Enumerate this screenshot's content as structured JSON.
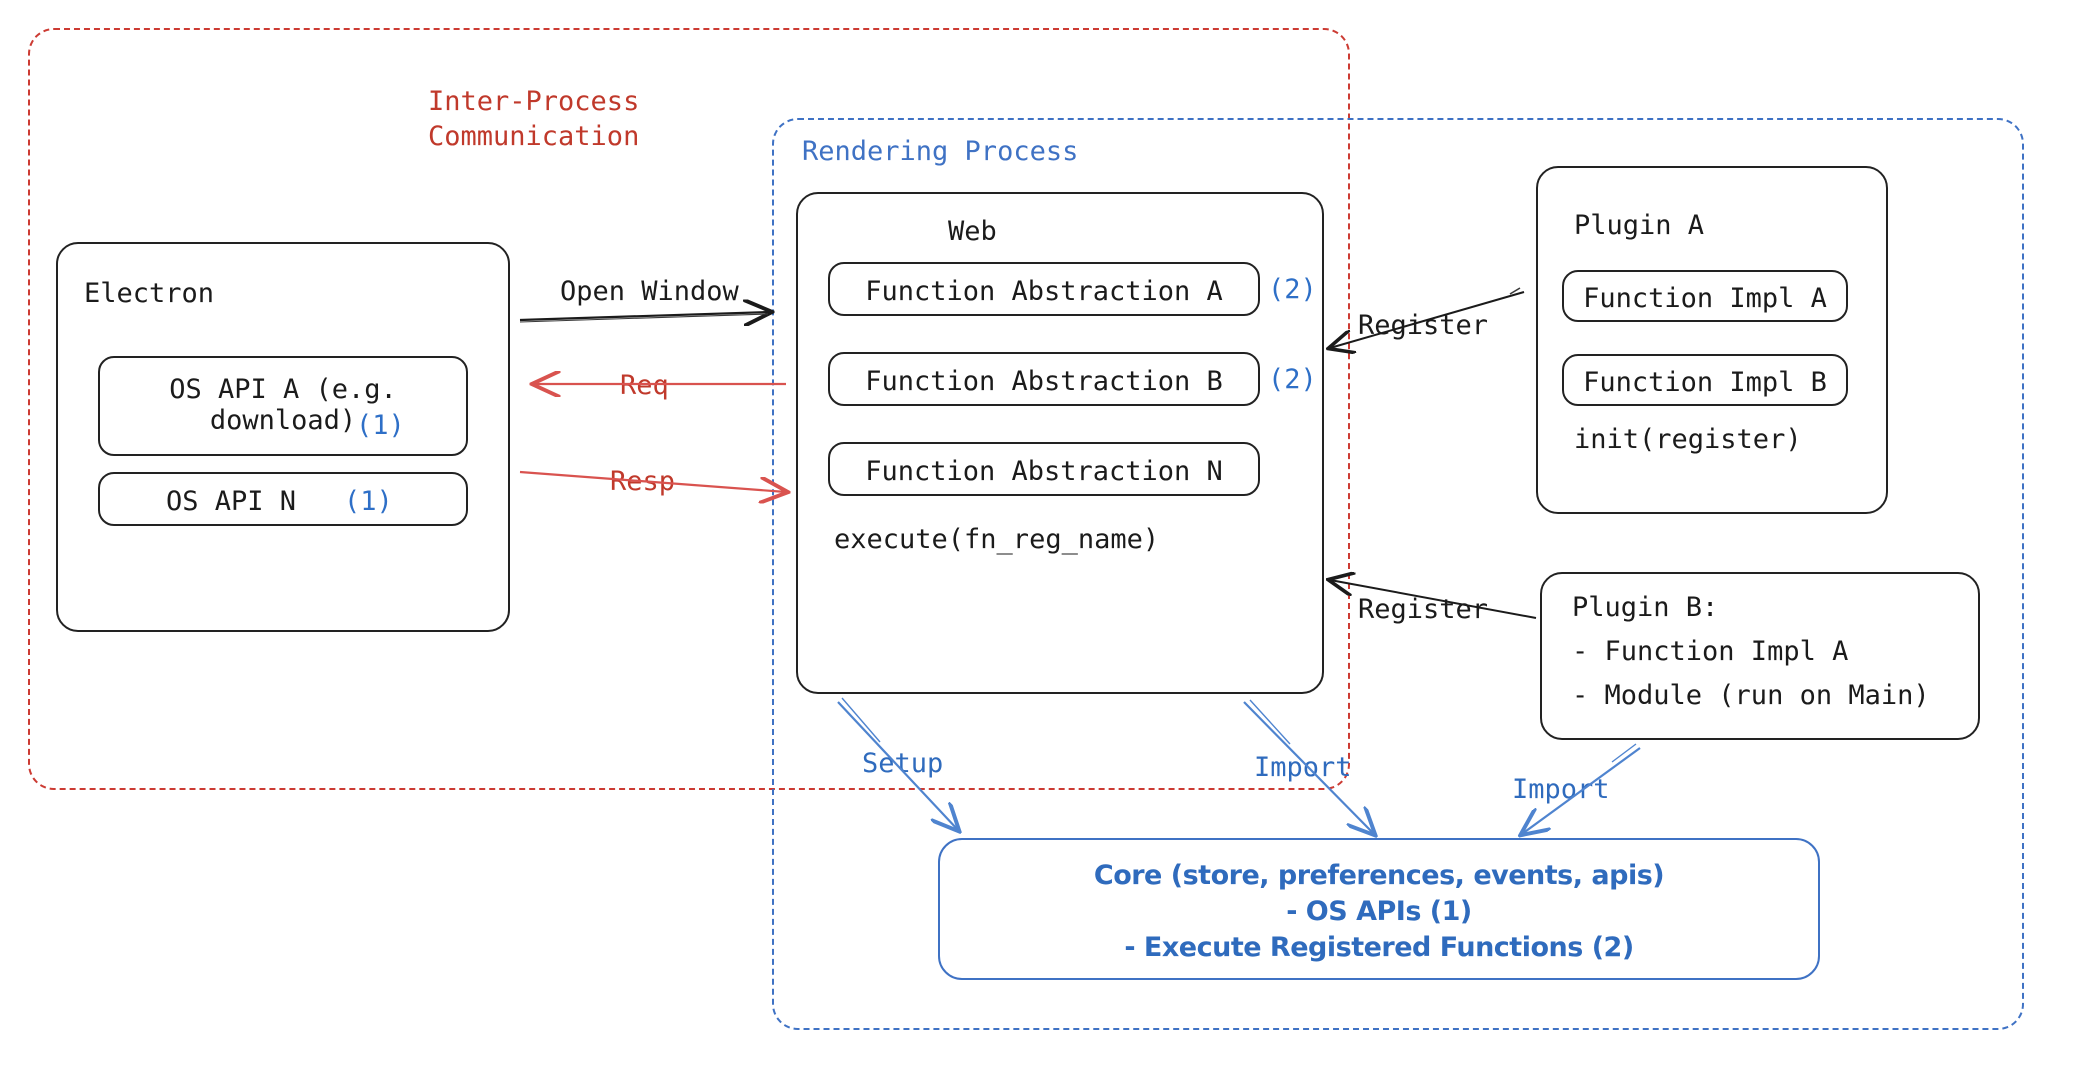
{
  "diagram": {
    "title": "Electron plugin architecture",
    "colors": {
      "red": "#cc3b33",
      "blue": "#3f72c4",
      "blue_text": "#2f6bbd",
      "ink": "#1b1b1b"
    }
  },
  "zones": {
    "ipc": {
      "label_line1": "Inter-Process",
      "label_line2": "Communication"
    },
    "rendering": {
      "label": "Rendering Process"
    }
  },
  "electron": {
    "title": "Electron",
    "apis": [
      {
        "text": "OS API A (e.g.\ndownload)",
        "marker": "(1)"
      },
      {
        "text": "OS API N",
        "marker": "(1)"
      }
    ]
  },
  "web": {
    "title": "Web",
    "abstractions": [
      {
        "label": "Function Abstraction A",
        "marker": "(2)"
      },
      {
        "label": "Function Abstraction B",
        "marker": "(2)"
      },
      {
        "label": "Function Abstraction N",
        "marker": ""
      }
    ],
    "execute": "execute(fn_reg_name)"
  },
  "plugin_a": {
    "title": "Plugin A",
    "impls": [
      "Function Impl A",
      "Function Impl B"
    ],
    "init": "init(register)"
  },
  "plugin_b": {
    "title": "Plugin B:",
    "items": [
      "- Function Impl A",
      "- Module (run on Main)"
    ]
  },
  "core": {
    "line1": "Core (store, preferences, events, apis)",
    "line2": "- OS APIs (1)",
    "line3": "- Execute Registered Functions (2)"
  },
  "edges": {
    "open_window": "Open Window",
    "req": "Req",
    "resp": "Resp",
    "register_a": "Register",
    "register_b": "Register",
    "setup": "Setup",
    "import_web": "Import",
    "import_plugin_b": "Import"
  }
}
